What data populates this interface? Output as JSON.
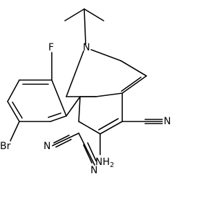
{
  "atoms": {
    "fluorine": "F",
    "nitrogen": "N",
    "bromine": "Br",
    "nitrile_n_1": "N",
    "nitrile_n_2": "N",
    "nitrile_n_3": "N",
    "amino": "NH",
    "amino_subscript": "2"
  },
  "colors": {
    "bond": "#000000",
    "label": "#000000",
    "background": "#ffffff"
  }
}
